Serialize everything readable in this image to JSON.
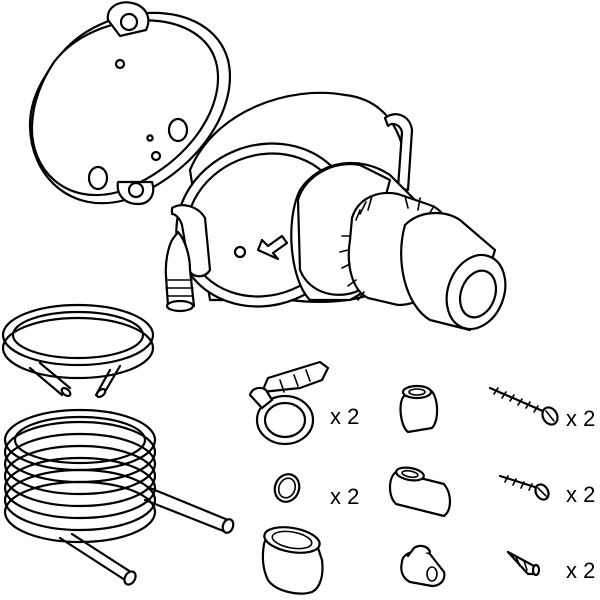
{
  "parts": [
    {
      "name": "cover-plate"
    },
    {
      "name": "pump-housing"
    },
    {
      "name": "tube-short-coil"
    },
    {
      "name": "tube-long-coil"
    },
    {
      "name": "hose-clamp",
      "quantity_label": "x 2"
    },
    {
      "name": "sleeve-small"
    },
    {
      "name": "screw-long",
      "quantity_label": "x 2"
    },
    {
      "name": "o-ring",
      "quantity_label": "x 2"
    },
    {
      "name": "sleeve-long"
    },
    {
      "name": "screw-short",
      "quantity_label": "x 2"
    },
    {
      "name": "large-bushing"
    },
    {
      "name": "grommet-plug"
    },
    {
      "name": "wall-anchor",
      "quantity_label": "x 2"
    }
  ],
  "colors": {
    "line": "#000000",
    "fill": "#ffffff"
  }
}
